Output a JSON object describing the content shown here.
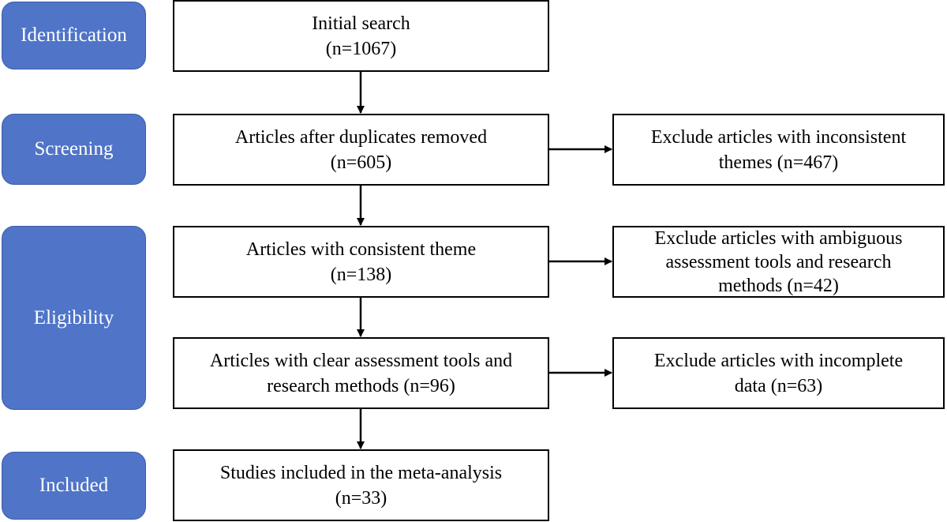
{
  "phases": {
    "identification": "Identification",
    "screening": "Screening",
    "eligibility": "Eligibility",
    "included": "Included"
  },
  "boxes": {
    "initial_search": {
      "line1": "Initial search",
      "line2": "(n=1067)"
    },
    "after_duplicates": {
      "line1": "Articles after duplicates removed",
      "line2": "(n=605)"
    },
    "consistent_theme": {
      "line1": "Articles with consistent theme",
      "line2": "(n=138)"
    },
    "clear_tools": {
      "line1": "Articles with clear assessment tools and",
      "line2": "research methods (n=96)"
    },
    "included_studies": {
      "line1": "Studies included in the meta-analysis",
      "line2": "(n=33)"
    }
  },
  "exclusions": {
    "inconsistent_themes": {
      "line1": "Exclude articles with inconsistent",
      "line2": "themes (n=467)"
    },
    "ambiguous_tools": {
      "line1": "Exclude articles with ambiguous",
      "line2": "assessment tools and research",
      "line3": "methods (n=42)"
    },
    "incomplete_data": {
      "line1": "Exclude articles with incomplete",
      "line2": "data (n=63)"
    }
  },
  "colors": {
    "phase_fill": "#4f74c8",
    "phase_text": "#ffffff",
    "box_border": "#000000"
  }
}
